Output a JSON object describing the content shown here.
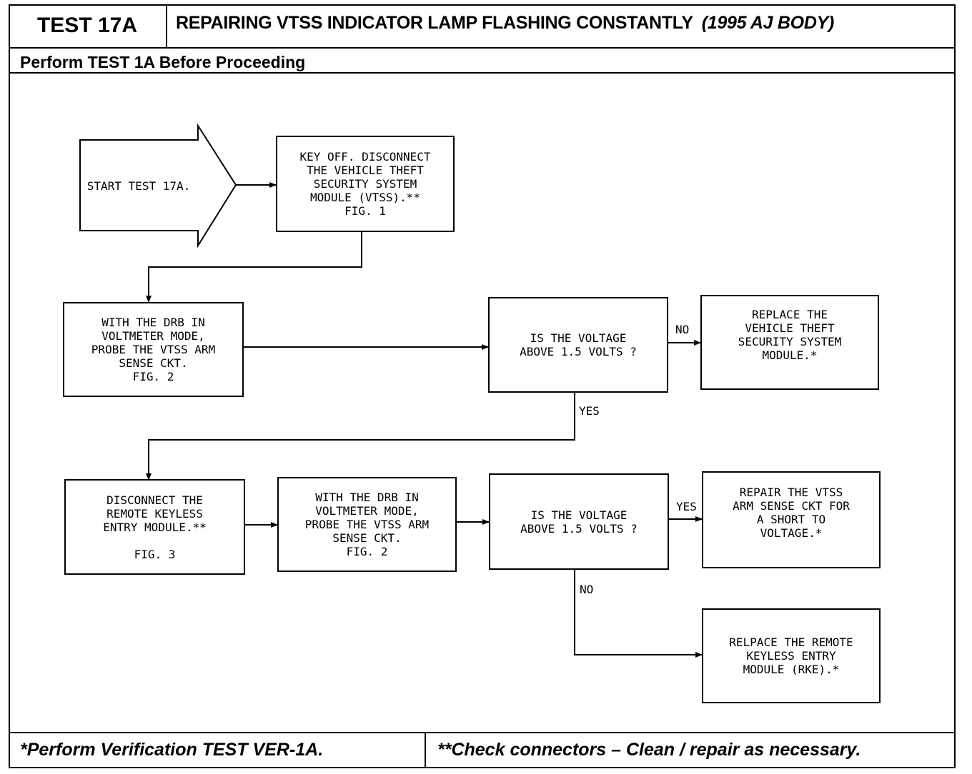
{
  "header": {
    "test_id": "TEST 17A",
    "title": "REPAIRING VTSS INDICATOR LAMP FLASHING CONSTANTLY",
    "model": "(1995 AJ BODY)",
    "prerequisite": "Perform TEST 1A Before Proceeding"
  },
  "flow": {
    "start": "START TEST 17A.",
    "step1": "KEY OFF. DISCONNECT\nTHE VEHICLE THEFT\nSECURITY SYSTEM\nMODULE (VTSS).**\nFIG. 1",
    "step2": "WITH THE DRB IN\nVOLTMETER MODE,\nPROBE THE VTSS ARM\nSENSE CKT.\nFIG. 2",
    "question1": "IS THE VOLTAGE\nABOVE 1.5 VOLTS ?",
    "result_replace_vtss": "REPLACE THE\nVEHICLE THEFT\nSECURITY SYSTEM\nMODULE.*",
    "step3": "DISCONNECT THE\nREMOTE KEYLESS\nENTRY MODULE.**\n\nFIG. 3",
    "step4": "WITH THE DRB IN\nVOLTMETER MODE,\nPROBE THE VTSS ARM\nSENSE CKT.\nFIG. 2",
    "question2": "IS THE VOLTAGE\nABOVE 1.5 VOLTS ?",
    "result_repair_short": "REPAIR THE VTSS\nARM SENSE CKT FOR\nA SHORT TO\nVOLTAGE.*",
    "result_replace_rke": "RELPACE THE REMOTE\nKEYLESS ENTRY\nMODULE (RKE).*",
    "labels": {
      "q1_no": "NO",
      "q1_yes": "YES",
      "q2_yes": "YES",
      "q2_no": "NO"
    }
  },
  "footer": {
    "note_verification": "*Perform Verification TEST VER-1A.",
    "note_connectors": "**Check connectors – Clean / repair as necessary."
  }
}
